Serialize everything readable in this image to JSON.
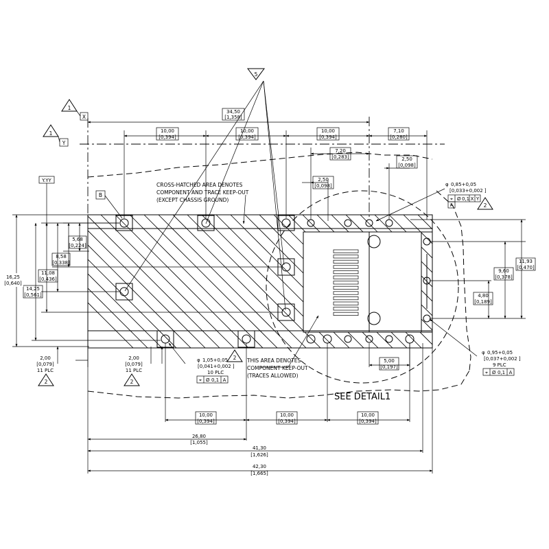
{
  "notes": {
    "hatched_1": "CROSS-HATCHED AREA DENOTES",
    "hatched_2": "COMPONENT AND TRACE KEEP-OUT",
    "hatched_3": "(EXCEPT CHASSIS GROUND)",
    "keepout_1": "THIS AREA DENOTES",
    "keepout_2": "COMPONENT KEEP-OUT",
    "keepout_3": "(TRACES ALLOWED)",
    "see_detail": "SEE DETAIL1"
  },
  "datums": {
    "x": "X",
    "y": "Y",
    "b": "B",
    "a": "A",
    "yy": "Y.YY"
  },
  "flags": {
    "one": "1",
    "two": "2",
    "five": "5"
  },
  "dims": {
    "d3450": [
      "34,50",
      "[1,358]"
    ],
    "d10a": [
      "10,00",
      "[0,394]"
    ],
    "d10b": [
      "10,00",
      "[0,394]"
    ],
    "d10c": [
      "10,00",
      "[0,394]"
    ],
    "d710": [
      "7,10",
      "[0,280]"
    ],
    "d720": [
      "7,20",
      "[0,283]"
    ],
    "d250a": [
      "2,50",
      "[0,098]"
    ],
    "d250b": [
      "2,50",
      "[0,098]"
    ],
    "d568": [
      "5,68",
      "[0,224]"
    ],
    "d858": [
      "8,58",
      "[0,338]"
    ],
    "d1108": [
      "11,08",
      "[0,436]"
    ],
    "d1425": [
      "14,25",
      "[0,561]"
    ],
    "d1625": [
      "16,25",
      "[0,640]"
    ],
    "d960": [
      "9,60",
      "[0,378]"
    ],
    "d1193": [
      "11,93",
      "[0,470]"
    ],
    "d480": [
      "4,80",
      "[0,189]"
    ],
    "d500": [
      "5,00",
      "[0,197]"
    ],
    "b10a": [
      "10,00",
      "[0,394]"
    ],
    "b10b": [
      "10,00",
      "[0,394]"
    ],
    "b10c": [
      "10,00",
      "[0,394]"
    ],
    "d2680": [
      "26,80",
      "[1,055]"
    ],
    "d4130": [
      "41,30",
      "[1,626]"
    ],
    "d4230": [
      "42,30",
      "[1,665]"
    ],
    "d200a": [
      "2,00",
      "[0,079]",
      "11 PLC"
    ],
    "d200b": [
      "2,00",
      "[0,079]",
      "11 PLC"
    ]
  },
  "holes": {
    "h085": [
      "0,85+0,05",
      "[0,033+0,002 ]"
    ],
    "h105": [
      "1,05+0,05",
      "[0,041+0,002 ]",
      "10 PLC"
    ],
    "h095": [
      "0,95+0,05",
      "[0,037+0,002 ]",
      "9 PLC"
    ]
  },
  "fcf": {
    "tol": "0,1",
    "dat1": "X",
    "dat2": "Y",
    "datA": "A"
  },
  "symbols": {
    "diameter": "φ",
    "position": "⌖",
    "dia_mark": "Ø"
  }
}
